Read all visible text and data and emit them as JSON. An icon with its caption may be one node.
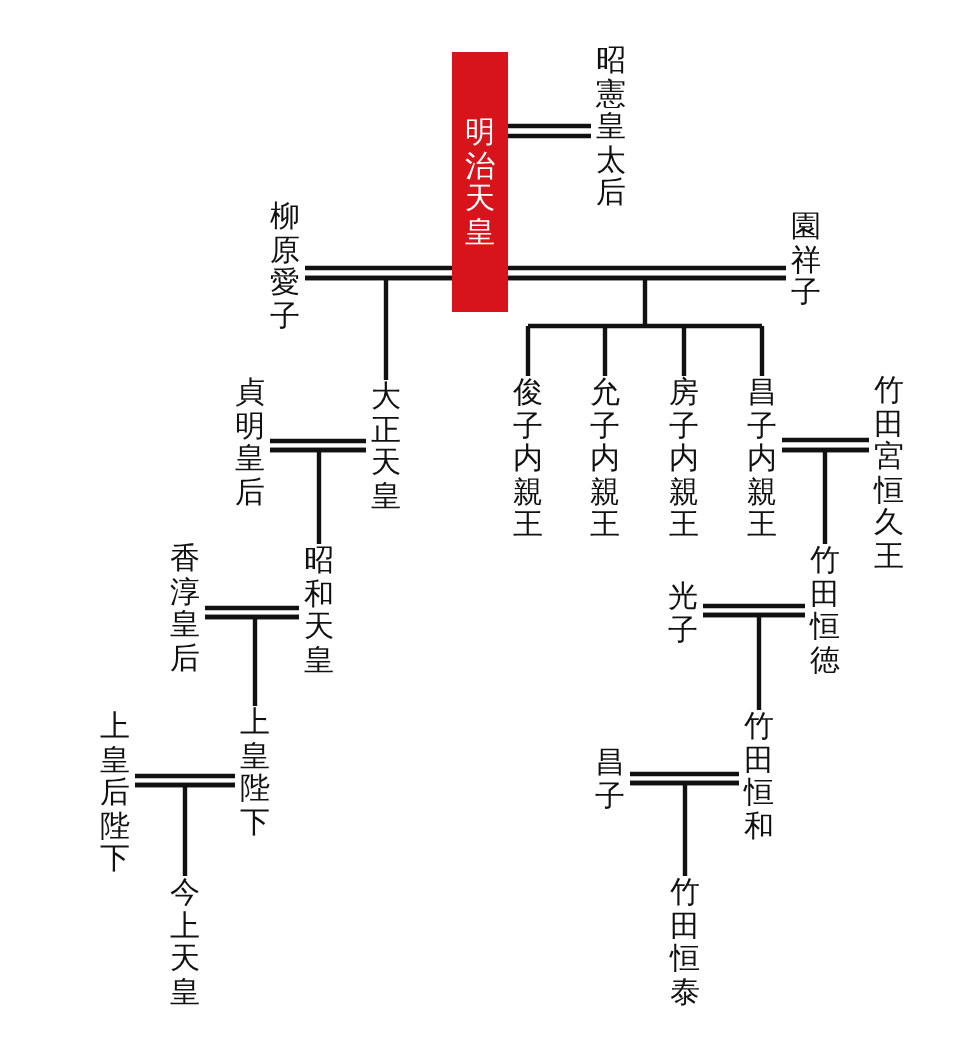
{
  "diagram": {
    "nodes": [
      {
        "text": [
          "明治天皇"
        ]
      },
      {
        "text": [
          "昭憲皇太后"
        ]
      },
      {
        "text": [
          "柳原愛子"
        ]
      },
      {
        "text": [
          "園祥子"
        ]
      },
      {
        "text": [
          "貞明皇后"
        ]
      },
      {
        "text": [
          "大正天皇"
        ]
      },
      {
        "text": [
          "俊子内親王"
        ]
      },
      {
        "text": [
          "允子内親王"
        ]
      },
      {
        "text": [
          "房子内親王"
        ]
      },
      {
        "text": [
          "昌子内親王"
        ]
      },
      {
        "text": [
          "竹田宮恒久王"
        ]
      },
      {
        "text": [
          "香淳皇后"
        ]
      },
      {
        "text": [
          "昭和天皇"
        ]
      },
      {
        "text": [
          "光子"
        ]
      },
      {
        "text": [
          "竹田恒徳"
        ]
      },
      {
        "text": [
          "上皇后陛下"
        ]
      },
      {
        "text": [
          "上皇陛下"
        ]
      },
      {
        "text": [
          "昌子"
        ]
      },
      {
        "text": [
          "竹田恒和"
        ]
      },
      {
        "text": [
          "今上天皇"
        ]
      },
      {
        "text": [
          "竹田恒泰"
        ]
      }
    ],
    "edges": [
      {
        "from": 0,
        "to": 1,
        "arrow": "none"
      },
      {
        "from": 2,
        "to": 0,
        "arrow": "none"
      },
      {
        "from": 0,
        "to": 3,
        "arrow": "none"
      },
      {
        "from": 0,
        "to": 5,
        "arrow": "none"
      },
      {
        "from": 2,
        "to": 5,
        "arrow": "none"
      },
      {
        "from": 0,
        "to": 6,
        "arrow": "none"
      },
      {
        "from": 0,
        "to": 7,
        "arrow": "none"
      },
      {
        "from": 0,
        "to": 8,
        "arrow": "none"
      },
      {
        "from": 0,
        "to": 9,
        "arrow": "none"
      },
      {
        "from": 3,
        "to": 6,
        "arrow": "none"
      },
      {
        "from": 3,
        "to": 7,
        "arrow": "none"
      },
      {
        "from": 3,
        "to": 8,
        "arrow": "none"
      },
      {
        "from": 3,
        "to": 9,
        "arrow": "none"
      },
      {
        "from": 4,
        "to": 5,
        "arrow": "none"
      },
      {
        "from": 5,
        "to": 12,
        "arrow": "none"
      },
      {
        "from": 4,
        "to": 12,
        "arrow": "none"
      },
      {
        "from": 9,
        "to": 10,
        "arrow": "none"
      },
      {
        "from": 9,
        "to": 14,
        "arrow": "none"
      },
      {
        "from": 10,
        "to": 14,
        "arrow": "none"
      },
      {
        "from": 11,
        "to": 12,
        "arrow": "none"
      },
      {
        "from": 12,
        "to": 16,
        "arrow": "none"
      },
      {
        "from": 11,
        "to": 16,
        "arrow": "none"
      },
      {
        "from": 13,
        "to": 14,
        "arrow": "none"
      },
      {
        "from": 14,
        "to": 18,
        "arrow": "none"
      },
      {
        "from": 13,
        "to": 18,
        "arrow": "none"
      },
      {
        "from": 15,
        "to": 16,
        "arrow": "none"
      },
      {
        "from": 16,
        "to": 19,
        "arrow": "none"
      },
      {
        "from": 15,
        "to": 19,
        "arrow": "none"
      },
      {
        "from": 17,
        "to": 18,
        "arrow": "none"
      },
      {
        "from": 18,
        "to": 20,
        "arrow": "none"
      },
      {
        "from": 17,
        "to": 20,
        "arrow": "none"
      }
    ]
  }
}
